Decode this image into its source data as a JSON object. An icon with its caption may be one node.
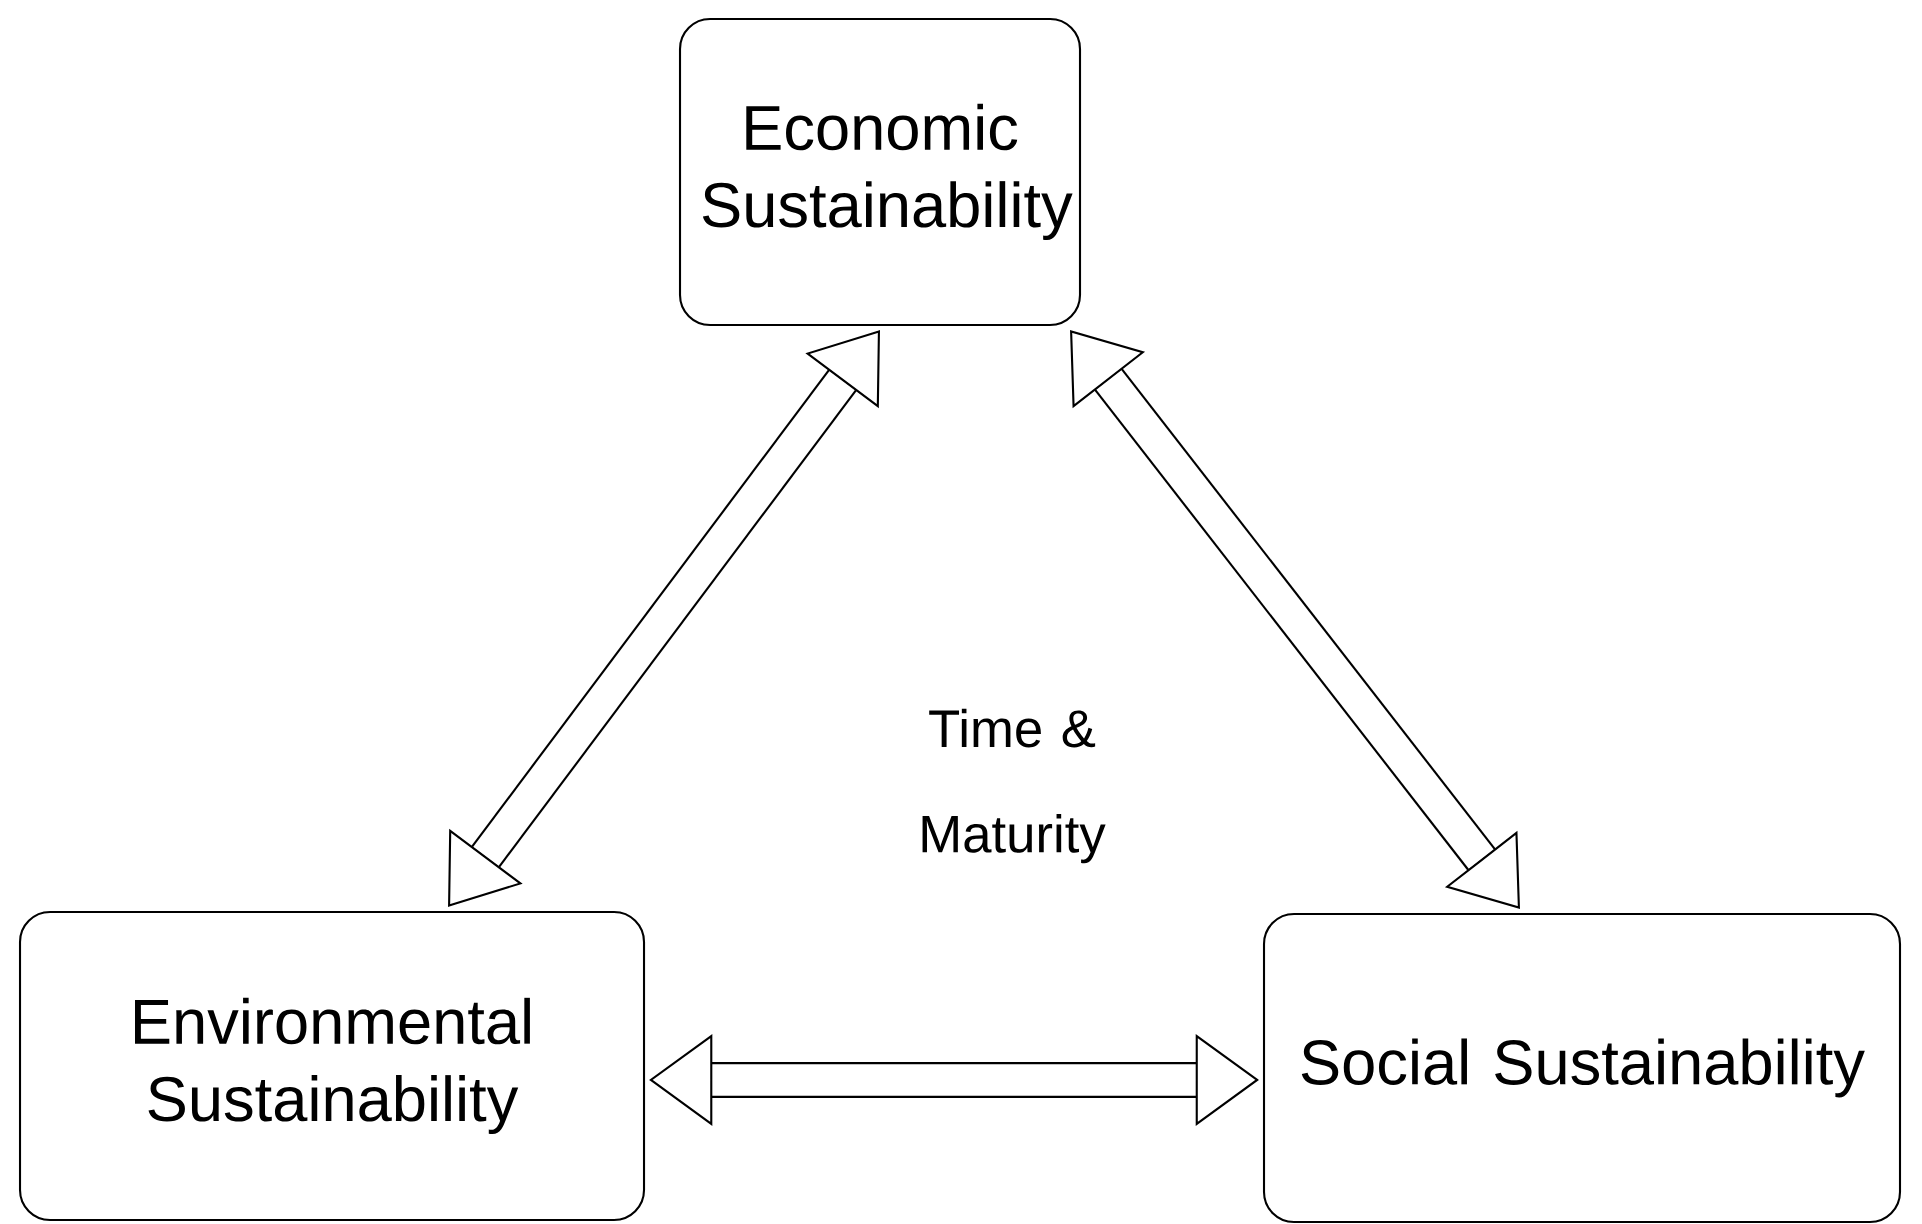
{
  "diagram": {
    "nodes": [
      {
        "text": [
          "Economic Sustainability"
        ]
      },
      {
        "text": [
          "Environmental Sustainability"
        ]
      },
      {
        "text": [
          "Social Sustainability"
        ]
      }
    ],
    "edges": [
      {
        "from": 1,
        "to": 0,
        "arrow": "both"
      },
      {
        "from": 0,
        "to": 2,
        "arrow": "both"
      },
      {
        "from": 1,
        "to": 2,
        "arrow": "both"
      }
    ],
    "labels": [
      "Time & Maturity"
    ]
  }
}
